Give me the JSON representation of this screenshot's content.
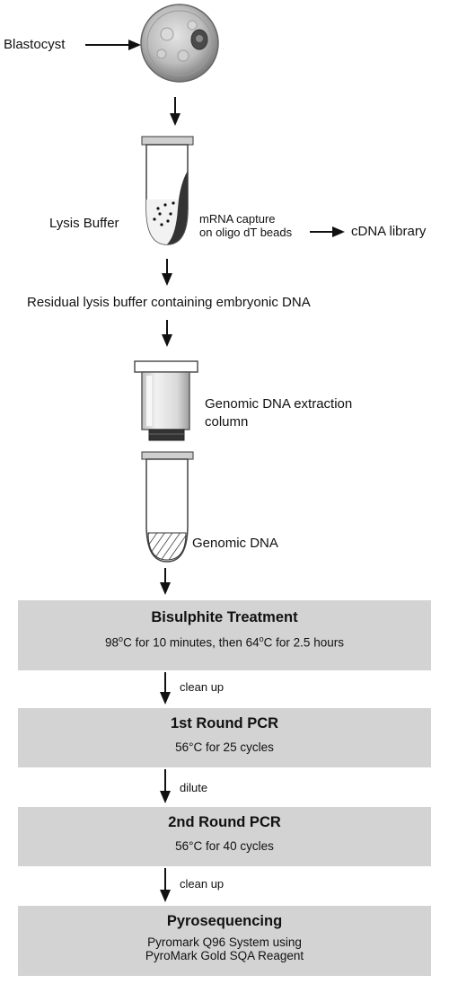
{
  "labels": {
    "blastocyst": "Blastocyst",
    "lysis_buffer": "Lysis Buffer",
    "mrna_capture_1": "mRNA capture",
    "mrna_capture_2": "on oligo dT beads",
    "cdna_library": "cDNA library",
    "residual": "Residual lysis buffer containing embryonic DNA",
    "column_1": "Genomic DNA extraction",
    "column_2": "column",
    "genomic_dna": "Genomic DNA",
    "clean_up_1": "clean up",
    "dilute": "dilute",
    "clean_up_2": "clean up"
  },
  "boxes": {
    "bisulphite": {
      "title": "Bisulphite Treatment",
      "d1a": "98",
      "d1b": "C for 10 minutes, then 64",
      "d1c": "C for 2.5 hours",
      "deg": "o"
    },
    "pcr1": {
      "title": "1st Round PCR",
      "desc": "56°C for 25 cycles"
    },
    "pcr2": {
      "title": "2nd Round PCR",
      "desc": "56°C for 40 cycles"
    },
    "pyro": {
      "title": "Pyrosequencing",
      "desc1": "Pyromark Q96 System using",
      "desc2": "PyroMark Gold SQA Reagent"
    }
  }
}
